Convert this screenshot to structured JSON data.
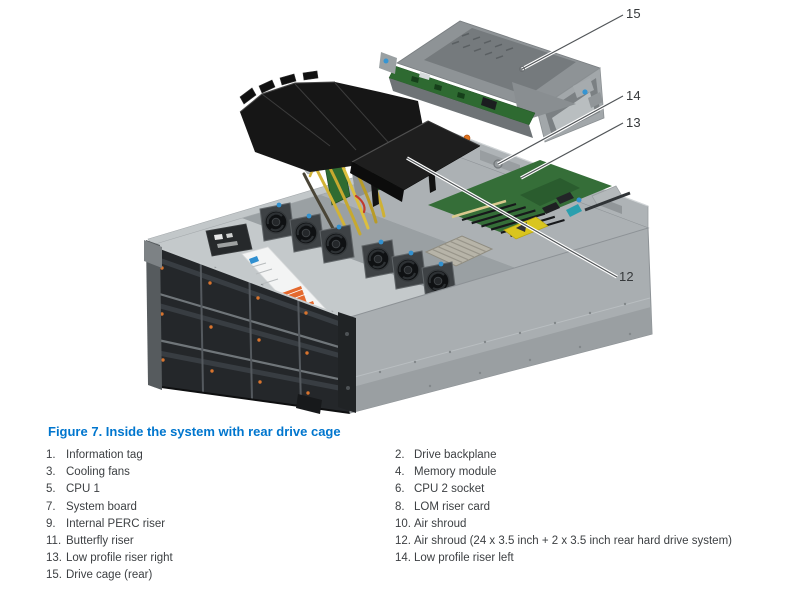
{
  "figure": {
    "caption": "Figure 7. Inside the system with rear drive cage",
    "callouts": [
      {
        "num": "15",
        "target": "drive-cage-rear"
      },
      {
        "num": "14",
        "target": "low-profile-riser-left"
      },
      {
        "num": "13",
        "target": "low-profile-riser-right"
      },
      {
        "num": "12",
        "target": "air-shroud"
      }
    ],
    "illustration_parts": [
      "rear-drive-cage",
      "drive-backplane",
      "air-shroud",
      "cooling-fans",
      "sas-cables",
      "internal-perc-riser",
      "butterfly-riser",
      "system-board",
      "cpu-heatsink",
      "memory-slots",
      "service-tag-label",
      "information-tag",
      "front-drive-bays",
      "chassis"
    ]
  },
  "legend": {
    "rows": [
      {
        "left": {
          "num": "1.",
          "text": "Information tag"
        },
        "right": {
          "num": "2.",
          "text": "Drive backplane"
        }
      },
      {
        "left": {
          "num": "3.",
          "text": "Cooling fans"
        },
        "right": {
          "num": "4.",
          "text": "Memory module"
        }
      },
      {
        "left": {
          "num": "5.",
          "text": "CPU 1"
        },
        "right": {
          "num": "6.",
          "text": "CPU 2 socket"
        }
      },
      {
        "left": {
          "num": "7.",
          "text": "System board"
        },
        "right": {
          "num": "8.",
          "text": "LOM riser card"
        }
      },
      {
        "left": {
          "num": "9.",
          "text": "Internal PERC riser"
        },
        "right": {
          "num": "10.",
          "text": "Air shroud"
        }
      },
      {
        "left": {
          "num": "11.",
          "text": "Butterfly riser"
        },
        "right": {
          "num": "12.",
          "text": "Air shroud (24 x 3.5 inch + 2 x 3.5 inch rear hard drive system)"
        }
      },
      {
        "left": {
          "num": "13.",
          "text": "Low profile riser right"
        },
        "right": {
          "num": "14.",
          "text": "Low profile riser left"
        }
      },
      {
        "left": {
          "num": "15.",
          "text": "Drive cage (rear)"
        },
        "right": {
          "num": "",
          "text": ""
        }
      }
    ]
  },
  "colors": {
    "caption_blue": "#0076CE",
    "text_color": "#3d4043",
    "callout_color": "#36393b",
    "accent_orange": "#e4692e",
    "pcb_green": "#2e6a31",
    "cable_yellow": "#d2b336"
  }
}
